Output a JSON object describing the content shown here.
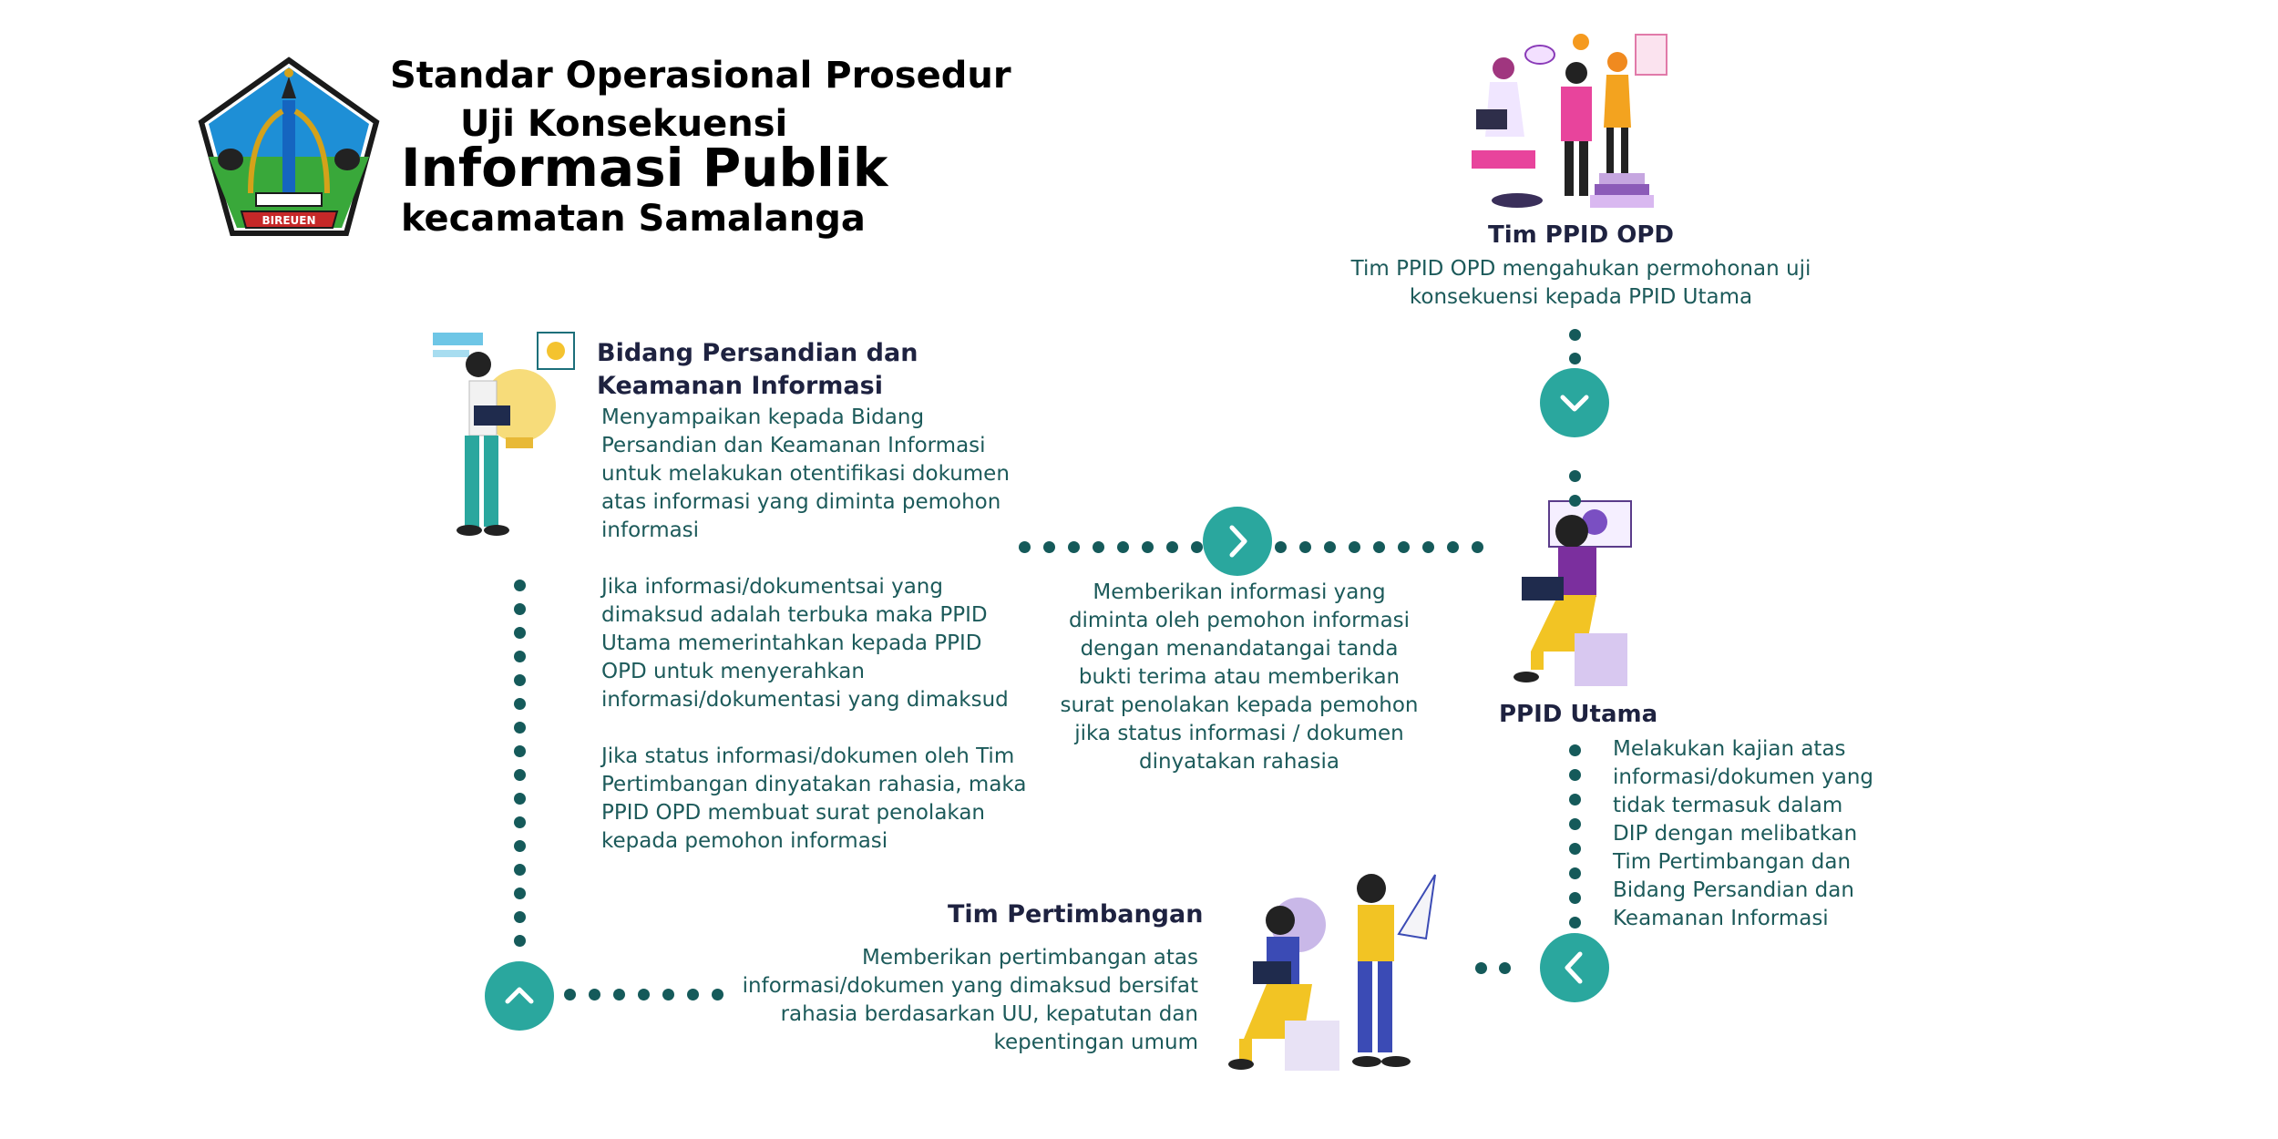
{
  "header": {
    "line1": "Standar Operasional Prosedur",
    "line2": "Uji Konsekuensi",
    "line3": "Informasi Publik",
    "line4": "kecamatan Samalanga",
    "logo_text": "BIREUEN"
  },
  "nodes": {
    "tim_ppid_opd": {
      "title": "Tim PPID OPD",
      "description": "Tim PPID OPD mengahukan permohonan uji konsekuensi kepada PPID Utama"
    },
    "bidang_persandian": {
      "title": "Bidang Persandian dan Keamanan Informasi",
      "paragraphs": [
        "Menyampaikan kepada Bidang Persandian dan Keamanan Informasi untuk melakukan otentifikasi dokumen atas informasi yang diminta pemohon informasi",
        "Jika informasi/dokumentsai yang dimaksud adalah terbuka maka PPID Utama memerintahkan kepada PPID OPD untuk menyerahkan informasi/dokumentasi yang dimaksud",
        "Jika status informasi/dokumen oleh Tim Pertimbangan dinyatakan rahasia, maka PPID OPD membuat surat penolakan kepada pemohon informasi"
      ]
    },
    "pemberian": {
      "description": "Memberikan informasi yang diminta oleh pemohon informasi dengan menandatangai tanda bukti terima atau memberikan surat penolakan kepada pemohon jika status informasi / dokumen dinyatakan rahasia"
    },
    "ppid_utama": {
      "title": "PPID Utama",
      "description": "Melakukan kajian atas informasi/dokumen yang tidak termasuk dalam DIP dengan melibatkan Tim Pertimbangan dan Bidang Persandian dan Keamanan Informasi"
    },
    "tim_pertimbangan": {
      "title": "Tim Pertimbangan",
      "description": "Memberikan pertimbangan atas informasi/dokumen yang dimaksud bersifat rahasia berdasarkan UU, kepatutan dan kepentingan umum"
    }
  },
  "icons": {
    "arrow_down": "chevron-down-icon",
    "arrow_right": "chevron-right-icon",
    "arrow_left": "chevron-left-icon",
    "arrow_up": "chevron-up-icon"
  },
  "colors": {
    "accent": "#2aa79e",
    "dots": "#155a5a",
    "body_text": "#1c5a5a",
    "title_text": "#1e2240"
  }
}
